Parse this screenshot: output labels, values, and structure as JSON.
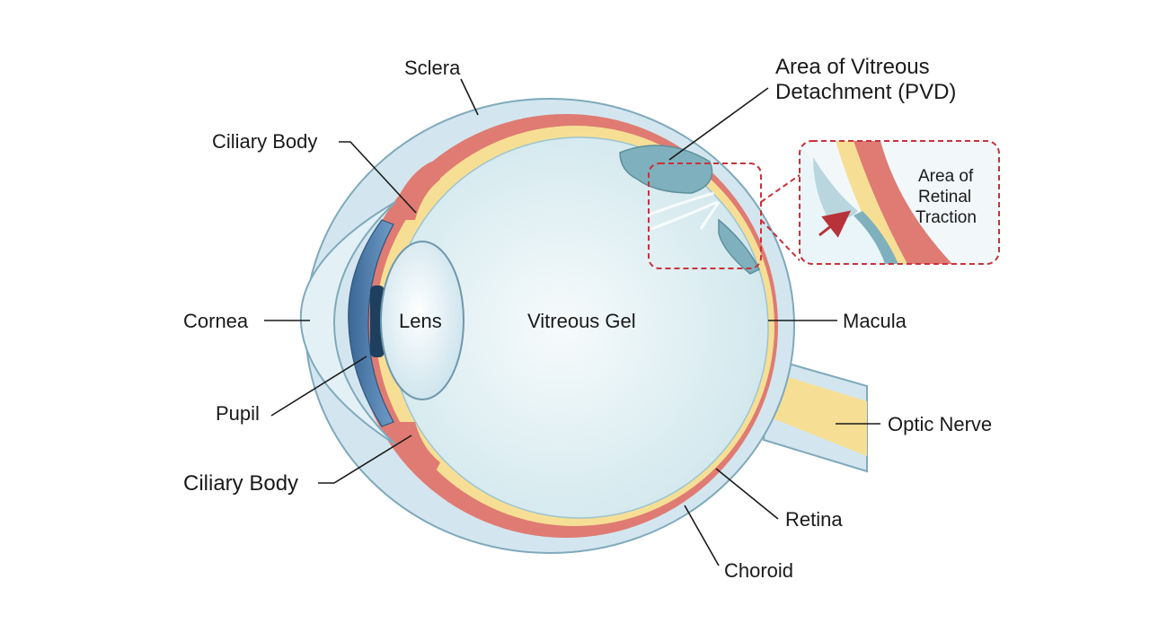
{
  "labels": {
    "sclera": "Sclera",
    "ciliary_body_top": "Ciliary Body",
    "ciliary_body_bottom": "Ciliary Body",
    "cornea": "Cornea",
    "pupil": "Pupil",
    "lens": "Lens",
    "vitreous_gel": "Vitreous Gel",
    "pvd_line1": "Area of Vitreous",
    "pvd_line2": "Detachment (PVD)",
    "macula": "Macula",
    "optic_nerve": "Optic Nerve",
    "retina": "Retina",
    "choroid": "Choroid",
    "traction_line1": "Area of",
    "traction_line2": "Retinal",
    "traction_line3": "Traction"
  },
  "colors": {
    "sclera": "#d3e6ef",
    "sclera_edge": "#7fa9bb",
    "choroid": "#df7b72",
    "retina": "#f6df95",
    "vitreous": "#e9f5f8",
    "detached_pocket": "#7fb0bd",
    "iris": "#4f7fae",
    "lens": "#eaf4f8",
    "callout_border": "#c8323a",
    "traction_arrow": "#b8323a"
  }
}
